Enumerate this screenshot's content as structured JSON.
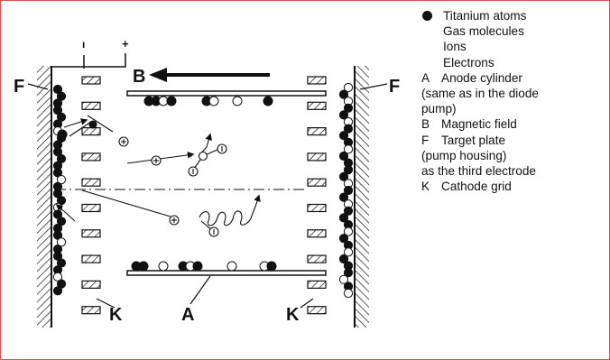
{
  "diagram": {
    "labels": {
      "minus": "ı",
      "plus": "+",
      "b": "B",
      "f_left": "F",
      "f_right": "F",
      "a": "A",
      "k_left": "K",
      "k_right": "K"
    },
    "legend": {
      "titanium": "Titanium atoms",
      "gas": "Gas molecules",
      "ions": "Ions",
      "electrons": "Electrons",
      "a_key": "A",
      "a_text": "Anode cylinder",
      "a_cont1": "(same as in the diode",
      "a_cont2": "pump)",
      "b_key": "B",
      "b_text": "Magnetic field",
      "f_key": "F",
      "f_text": "Target plate",
      "f_cont1": "(pump housing)",
      "f_cont2": "as the third electrode",
      "k_key": "K",
      "k_text": "Cathode grid"
    },
    "colors": {
      "ink": "#111111",
      "frame": "#d9534f"
    }
  }
}
